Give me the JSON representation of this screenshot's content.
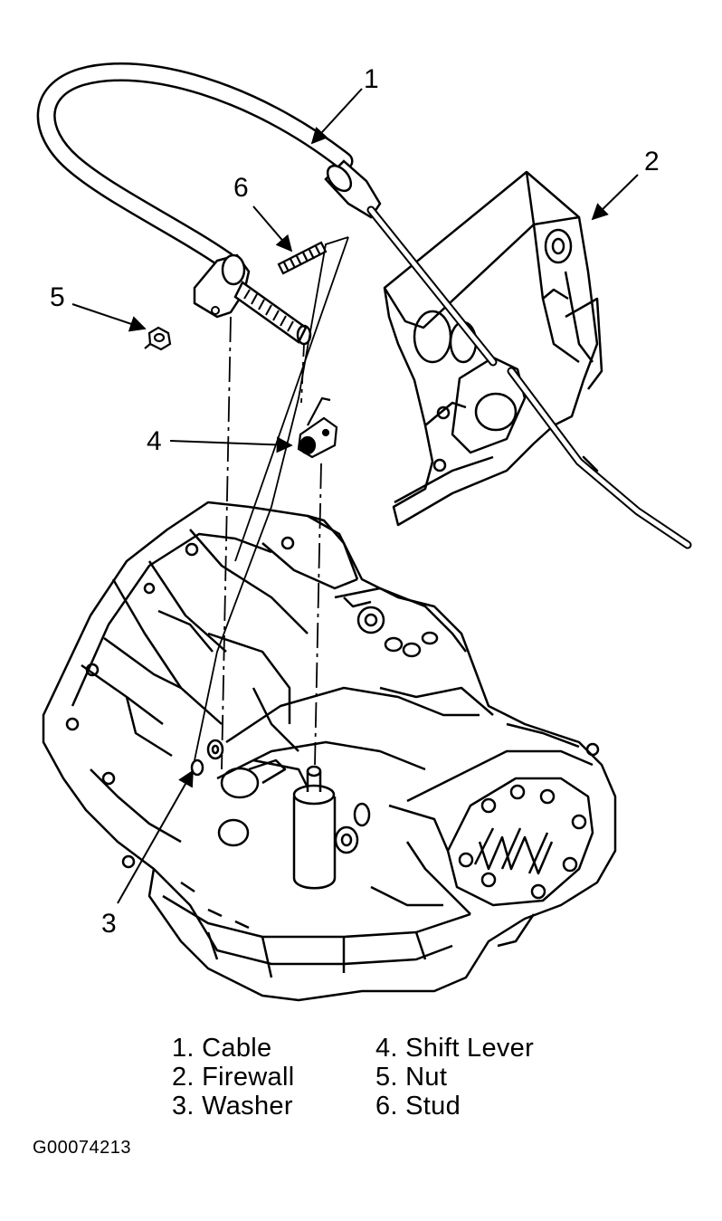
{
  "callouts": [
    {
      "number": "1",
      "part": "Cable"
    },
    {
      "number": "2",
      "part": "Firewall"
    },
    {
      "number": "3",
      "part": "Washer"
    },
    {
      "number": "4",
      "part": "Shift Lever"
    },
    {
      "number": "5",
      "part": "Nut"
    },
    {
      "number": "6",
      "part": "Stud"
    }
  ],
  "legend": {
    "column_1": [
      "1. Cable",
      "2. Firewall",
      "3. Washer"
    ],
    "column_2": [
      "4. Shift Lever",
      "5. Nut",
      "6. Stud"
    ]
  },
  "figure_id": "G00074213",
  "colors": {
    "ink": "#000000",
    "paper": "#ffffff"
  }
}
